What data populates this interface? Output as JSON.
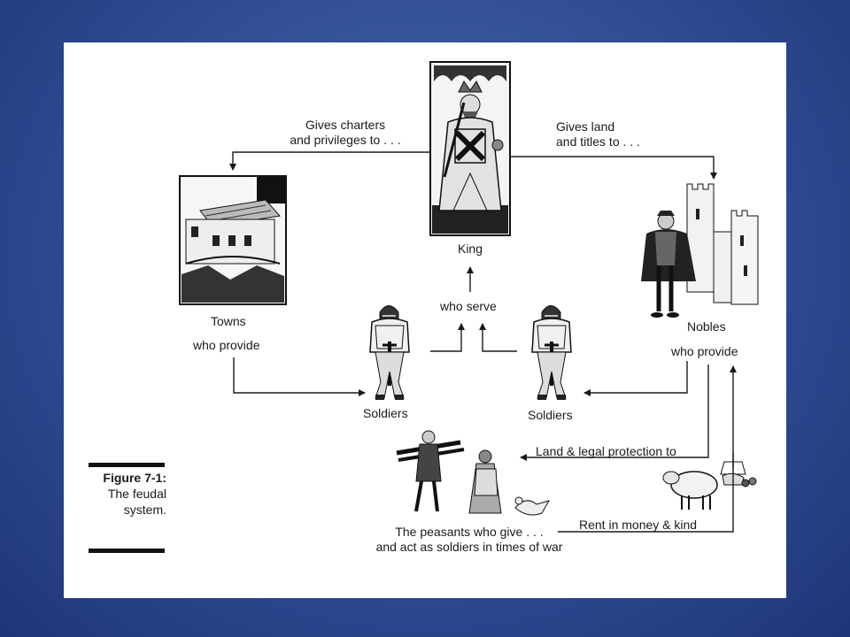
{
  "figure": {
    "number": "Figure 7-1:",
    "caption_line1": "The feudal",
    "caption_line2": "system."
  },
  "nodes": {
    "king": "King",
    "towns": "Towns",
    "towns_sub": "who provide",
    "nobles": "Nobles",
    "nobles_sub": "who provide",
    "soldiers_left": "Soldiers",
    "soldiers_right": "Soldiers",
    "who_serve": "who serve",
    "peasants_line1": "The peasants who give . . .",
    "peasants_line2": "and act as soldiers in times of war"
  },
  "relations": {
    "charters_line1": "Gives charters",
    "charters_line2": "and privileges to . . .",
    "land_line1": "Gives land",
    "land_line2": "and titles to . . .",
    "protection": "Land & legal protection to",
    "rent": "Rent in money & kind"
  },
  "colors": {
    "background": "#34519a",
    "panel": "#ffffff",
    "ink": "#1a1a1a"
  },
  "icons": [
    "king-illustration",
    "towns-illustration",
    "noble-castle-illustration",
    "knight-illustration",
    "peasants-illustration",
    "sheep-illustration"
  ]
}
